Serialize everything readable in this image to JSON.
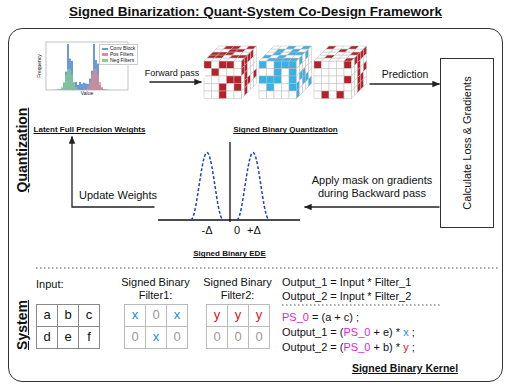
{
  "diagram": {
    "title": "Signed Binarization: Quant-System Co-Design Framework",
    "nodes": [
      {
        "text": [
          "Quantization",
          "System"
        ]
      },
      {
        "text": [
          "Latent Full Precision Weights"
        ],
        "in": 0
      },
      {
        "text": [
          "Signed Binary Quantization"
        ],
        "in": 0
      },
      {
        "text": [
          "Calculate Loss & Gradients"
        ],
        "in": 0
      },
      {
        "text": [
          "Signed Binary EDE"
        ],
        "in": 0
      }
    ],
    "edges": [
      {
        "from": 1,
        "to": 2,
        "label": "Forward pass",
        "arrow": "to"
      },
      {
        "from": 2,
        "to": 3,
        "label": "Prediction",
        "arrow": "to"
      },
      {
        "from": 3,
        "to": 4,
        "label": "Apply mask on gradients during Backward pass",
        "arrow": "to"
      },
      {
        "from": 4,
        "to": 1,
        "label": "Update Weights",
        "arrow": "to"
      }
    ],
    "labels": [
      "Frequency",
      "Value",
      "-Δ",
      "0",
      "+Δ",
      "Input:",
      "a",
      "b",
      "c",
      "d",
      "e",
      "f",
      "Signed Binary Filter1:",
      "x",
      "0",
      "x",
      "0",
      "x",
      "0",
      "Signed Binary Filter2:",
      "y",
      "y",
      "y",
      "0",
      "0",
      "0",
      "Output_1 = Input * Filter_1",
      "Output_2 = Input * Filter_2",
      "PS_0",
      "= (a + c) ;",
      "Output_1 = (",
      "PS_0",
      "+ e) *",
      "x",
      ";",
      "Output_2 = (",
      "PS_0",
      "+ b) *",
      "y",
      ";",
      "Signed Binary Kernel"
    ],
    "legend": [
      {
        "text": "Conv Block",
        "color": "#6a9bd8"
      },
      {
        "text": "Pos Filters",
        "color": "#e88a8a"
      },
      {
        "text": "Neg Filters",
        "color": "#8ccf8c"
      }
    ]
  }
}
